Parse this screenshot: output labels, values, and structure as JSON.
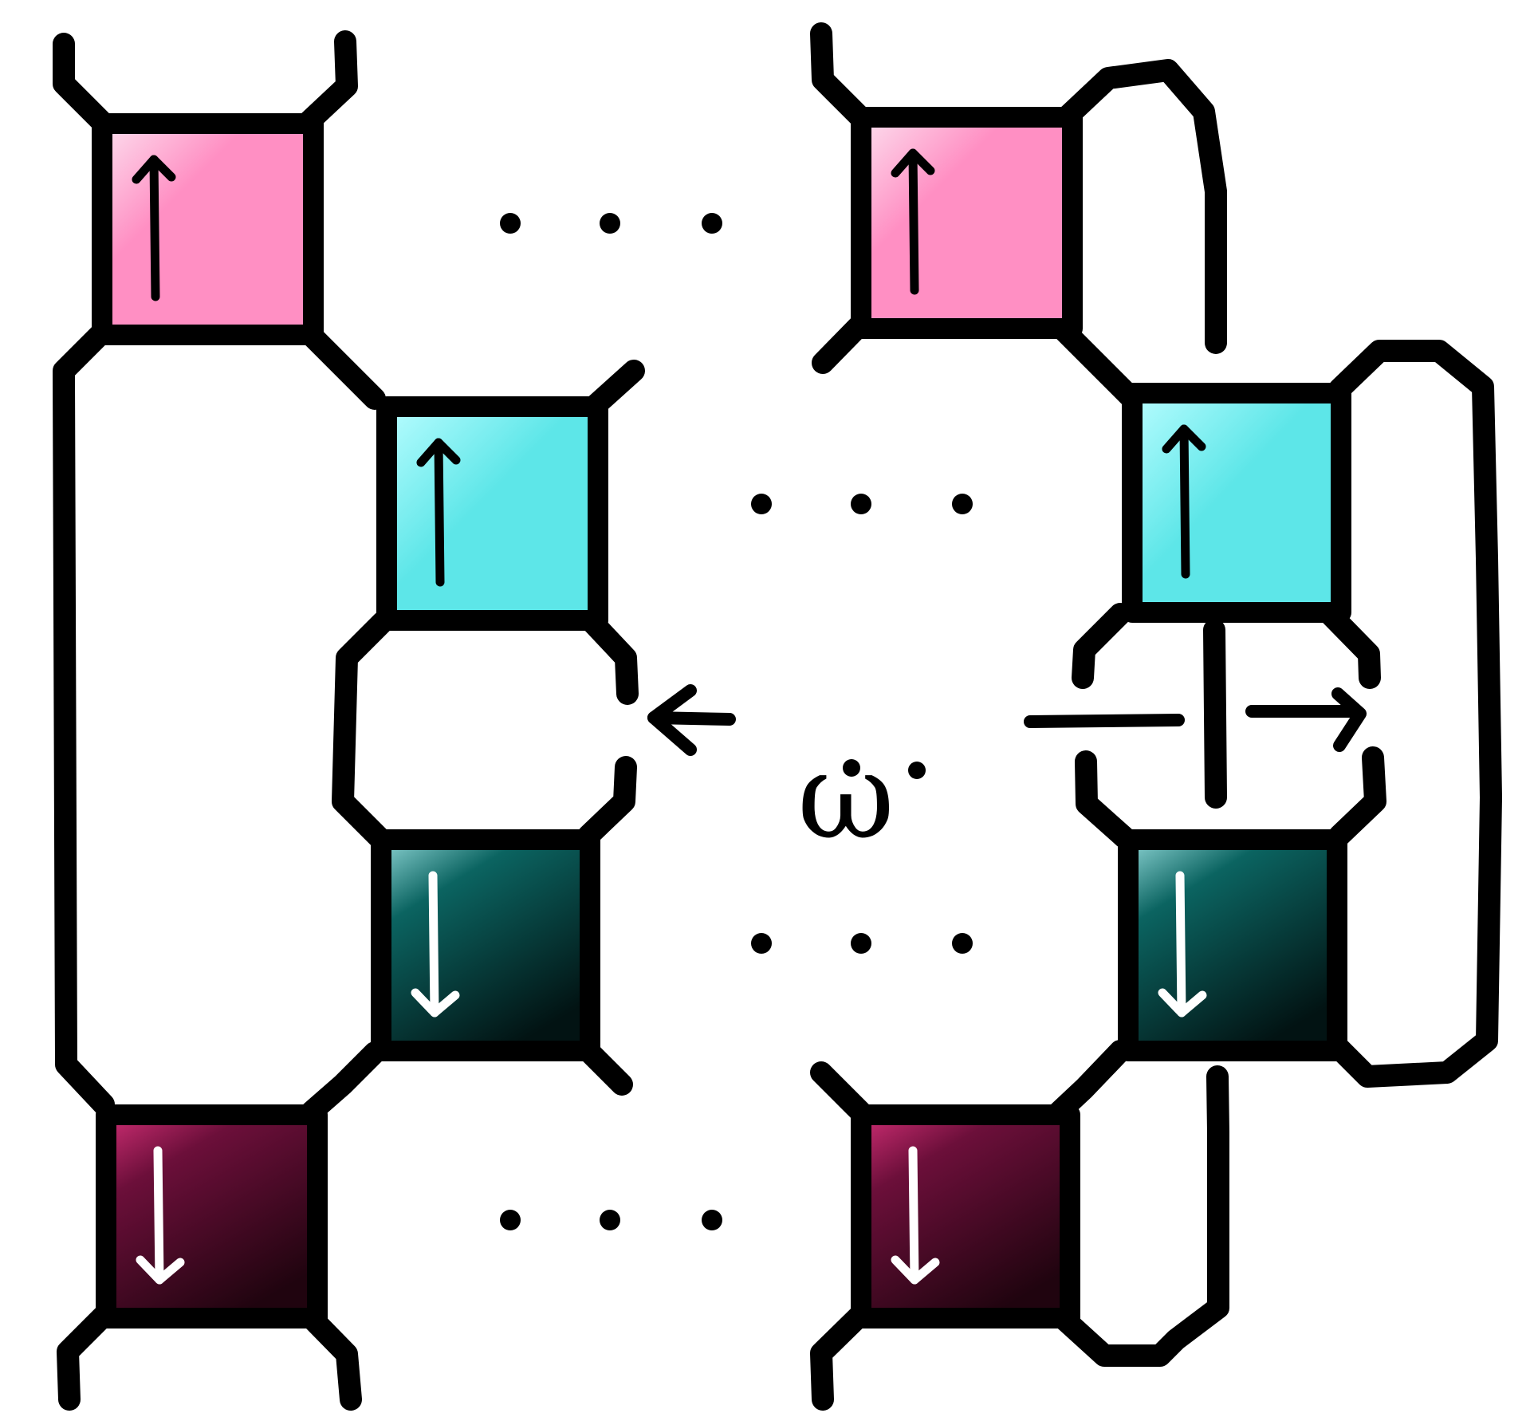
{
  "colors": {
    "pink_light": "#fce0ef",
    "pink": "#ff8fc3",
    "cyan_light": "#b8fdff",
    "cyan": "#5de6e8",
    "teal_top": "#8fd6d6",
    "teal_mid": "#0b6461",
    "teal_dark": "#021313",
    "magenta_top": "#cf2e74",
    "magenta_mid": "#6c0f3a",
    "magenta_dark": "#20040f",
    "arrow_on_light": "#000000",
    "arrow_on_dark": "#ffffff"
  },
  "boxes": [
    {
      "name": "pink-box-left",
      "kind": "pink",
      "arrow": "up"
    },
    {
      "name": "pink-box-right",
      "kind": "pink",
      "arrow": "up"
    },
    {
      "name": "cyan-box-left",
      "kind": "cyan",
      "arrow": "up"
    },
    {
      "name": "cyan-box-right",
      "kind": "cyan",
      "arrow": "up"
    },
    {
      "name": "teal-box-left",
      "kind": "teal",
      "arrow": "down"
    },
    {
      "name": "teal-box-right",
      "kind": "teal",
      "arrow": "down"
    },
    {
      "name": "magenta-box-left",
      "kind": "magenta",
      "arrow": "down"
    },
    {
      "name": "magenta-box-right",
      "kind": "magenta",
      "arrow": "down"
    }
  ],
  "ellipsis_rows": 4,
  "label": {
    "symbol": "ω"
  }
}
